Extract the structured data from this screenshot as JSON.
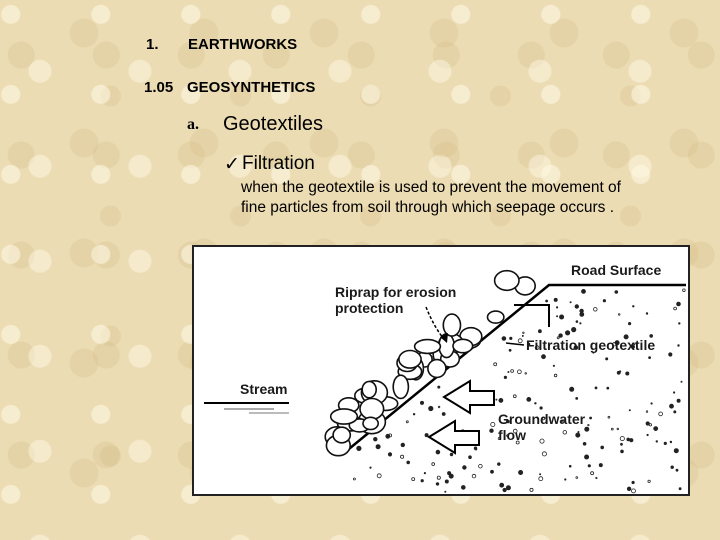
{
  "section": {
    "number": "1.",
    "title": "EARTHWORKS"
  },
  "subsection": {
    "number": "1.05",
    "title": "GEOSYNTHETICS"
  },
  "item": {
    "letter": "a.",
    "title": "Geotextiles"
  },
  "point": {
    "check": "✓",
    "title": "Filtration",
    "desc_line1": "when the geotextile is used to prevent the movement of",
    "desc_line2": "fine particles from soil through which seepage occurs ."
  },
  "diagram": {
    "road": "Road Surface",
    "riprap_line1": "Riprap for erosion",
    "riprap_line2": "protection",
    "filtration": "Filtration geotextile",
    "stream": "Stream",
    "gw_line1": "Groundwater",
    "gw_line2": "flow"
  }
}
